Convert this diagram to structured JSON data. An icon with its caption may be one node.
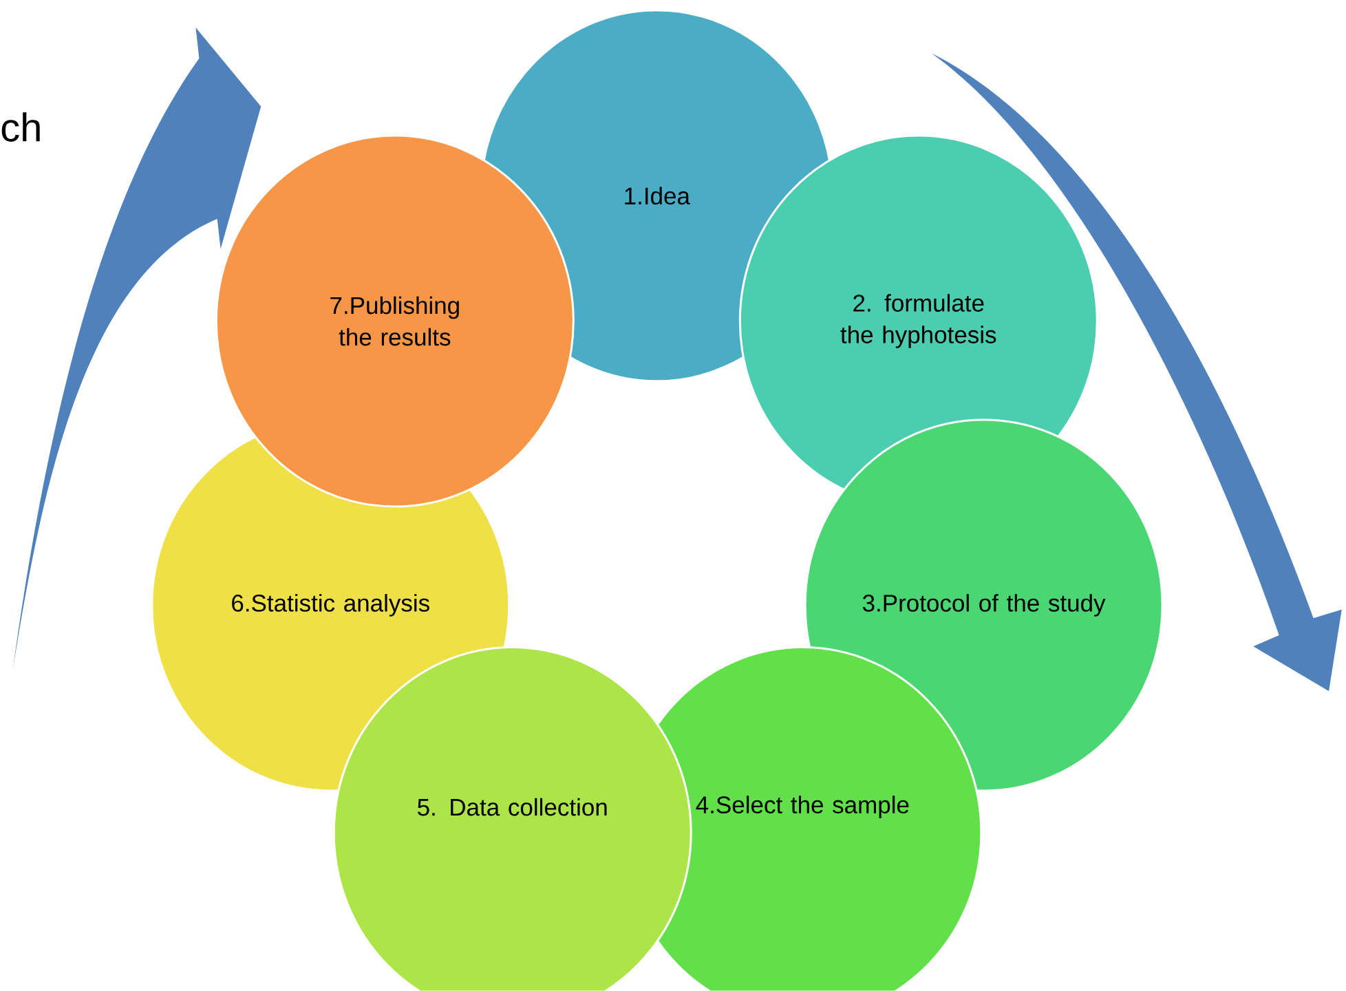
{
  "diagram": {
    "nodes": [
      {
        "text": [
          "1.Idea"
        ]
      },
      {
        "text": [
          "2. formulate the hyphotesis"
        ]
      },
      {
        "text": [
          "3.Protocol of the study"
        ]
      },
      {
        "text": [
          "4.Select the sample"
        ]
      },
      {
        "text": [
          "5. Data collection"
        ]
      },
      {
        "text": [
          "6.Statistic analysis"
        ]
      },
      {
        "text": [
          "7.Publishing the results"
        ]
      }
    ],
    "labels": [
      "ch"
    ]
  }
}
